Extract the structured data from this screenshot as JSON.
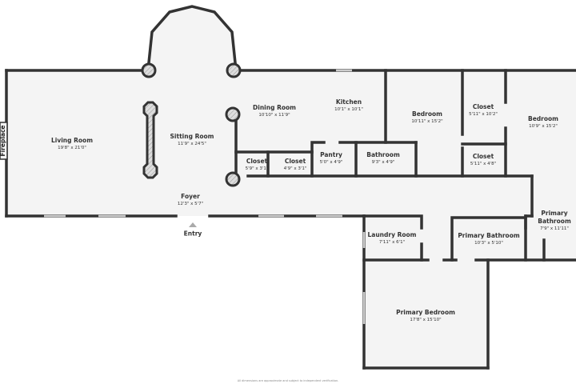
{
  "rooms": {
    "living_room": {
      "name": "Living Room",
      "dims": "19'8\" x 21'0\""
    },
    "sitting_room": {
      "name": "Sitting Room",
      "dims": "11'9\" x 24'5\""
    },
    "dining_room": {
      "name": "Dining Room",
      "dims": "10'10\" x 11'9\""
    },
    "kitchen": {
      "name": "Kitchen",
      "dims": "10'1\" x 10'1\""
    },
    "bedroom_1": {
      "name": "Bedroom",
      "dims": "10'11\" x 15'2\""
    },
    "closet_a": {
      "name": "Closet",
      "dims": "5'11\" x 10'2\""
    },
    "bedroom_2": {
      "name": "Bedroom",
      "dims": "10'9\" x 15'2\""
    },
    "closet_b": {
      "name": "Closet",
      "dims": "5'11\" x 4'8\""
    },
    "closet_c": {
      "name": "Closet",
      "dims": "5'9\" x 3'1\""
    },
    "closet_d": {
      "name": "Closet",
      "dims": "4'9\" x 3'1\""
    },
    "pantry": {
      "name": "Pantry",
      "dims": "5'0\" x 4'9\""
    },
    "bathroom": {
      "name": "Bathroom",
      "dims": "9'3\" x 4'9\""
    },
    "foyer": {
      "name": "Foyer",
      "dims": "12'3\" x 5'7\""
    },
    "laundry_room": {
      "name": "Laundry Room",
      "dims": "7'11\" x 6'1\""
    },
    "primary_bathroom_1": {
      "name": "Primary Bathroom",
      "dims": "10'3\" x 5'10\""
    },
    "primary_bathroom_2": {
      "name": "Primary Bathroom",
      "dims": "7'9\" x 11'11\""
    },
    "primary_bedroom": {
      "name": "Primary Bedroom",
      "dims": "17'8\" x 15'10\""
    }
  },
  "entry_label": "Entry",
  "fireplace_label": "Fireplace",
  "footer": "All dimensions are approximate and subject to independent verification.",
  "colors": {
    "wall": "#333333",
    "floor": "#f4f4f4",
    "column": "#cccccc"
  }
}
